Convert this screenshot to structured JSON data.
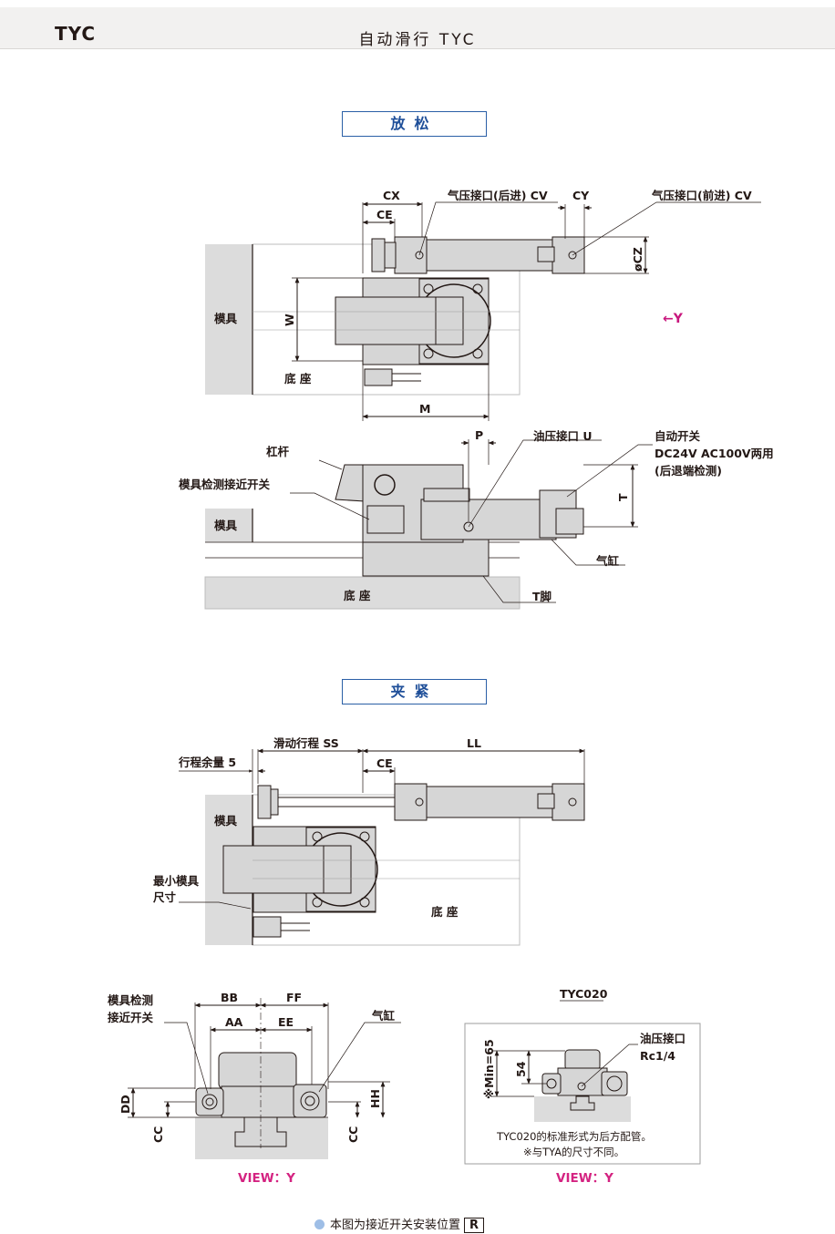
{
  "header": {
    "brand": "TYC",
    "title": "自动滑行 TYC"
  },
  "sections": {
    "release": "放松",
    "clamp": "夹紧"
  },
  "release_top": {
    "mold": "模具",
    "base": "底 座",
    "dim_cx": "CX",
    "dim_ce": "CE",
    "dim_cy": "CY",
    "air_back": "气压接口(后进) CV",
    "air_front": "气压接口(前进) CV",
    "dim_cz": "øCZ",
    "dim_w": "W",
    "dim_m": "M",
    "arrow_y": "←Y"
  },
  "release_side": {
    "lever": "杠杆",
    "mold_sensor": "模具检测接近开关",
    "mold": "模具",
    "base": "底 座",
    "dim_p": "P",
    "oil_port": "油压接口 U",
    "auto_switch_l1": "自动开关",
    "auto_switch_l2": "DC24V AC100V两用",
    "auto_switch_l3": "(后退端检测)",
    "dim_t": "T",
    "cylinder": "气缸",
    "t_foot": "T脚"
  },
  "clamp_top": {
    "stroke_margin": "行程余量 5",
    "slide_stroke": "滑动行程 SS",
    "dim_ce": "CE",
    "dim_ll": "LL",
    "mold": "模具",
    "min_mold_l1": "最小模具",
    "min_mold_l2": "尺寸",
    "base": "底 座"
  },
  "view_left": {
    "sensor_l1": "模具检测",
    "sensor_l2": "接近开关",
    "dim_bb": "BB",
    "dim_ff": "FF",
    "dim_aa": "AA",
    "dim_ee": "EE",
    "cylinder": "气缸",
    "dim_dd": "DD",
    "dim_hh": "HH",
    "dim_cc_l": "CC",
    "dim_cc_r": "CC",
    "view_label": "VIEW：Y"
  },
  "view_right": {
    "model": "TYC020",
    "oil_port_l1": "油压接口",
    "oil_port_l2": "Rc1/4",
    "dim_54": "54",
    "dim_min": "※Min=65",
    "note1": "TYC020的标准形式为后方配管。",
    "note2": "※与TYA的尺寸不同。",
    "view_label": "VIEW：Y"
  },
  "footnote": {
    "text": "本图为接近开关安装位置",
    "badge": "R"
  },
  "colors": {
    "accent": "#2a5fa6",
    "magenta": "#d42381",
    "body_gray": "#d6d6d6",
    "bg_gray": "#dcdcdc"
  }
}
